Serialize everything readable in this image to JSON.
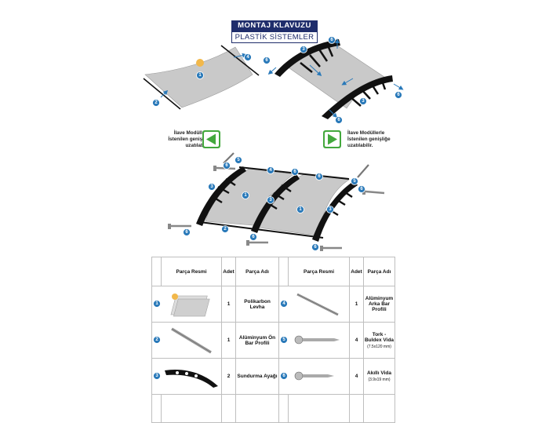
{
  "header": {
    "title": "MONTAJ KLAVUZU",
    "subtitle": "PLASTİK SİSTEMLER"
  },
  "extend_note": {
    "left": "İlave Modüllerle İstenilen genişliğe uzatılabilir.",
    "right": "İlave Modüllerle İstenilen genişliğe uzatılabilir."
  },
  "table": {
    "headers": {
      "left": {
        "image": "Parça Resmi",
        "qty": "Adet",
        "name": "Parça Adı"
      },
      "right": {
        "image": "Parça Resmi",
        "qty": "Adet",
        "name": "Parça Adı"
      }
    },
    "left_rows": [
      {
        "no": "1",
        "qty": "1",
        "name": "Polikarbon Levha"
      },
      {
        "no": "2",
        "qty": "1",
        "name": "Alüminyum Ön Bar Profili"
      },
      {
        "no": "3",
        "qty": "2",
        "name": "Sundurma Ayağı"
      }
    ],
    "right_rows": [
      {
        "no": "4",
        "qty": "1",
        "name": "Alüminyum Arka Bar Profili",
        "spec": ""
      },
      {
        "no": "5",
        "qty": "4",
        "name": "Tork - Buldex Vida",
        "spec": "(7.5x120 mm)"
      },
      {
        "no": "6",
        "qty": "4",
        "name": "Akıllı Vida",
        "spec": "(3.9x19 mm)"
      }
    ]
  },
  "colors": {
    "badge": "#2979b9",
    "header_bg": "#1f2d6b",
    "arrow_green": "#43a83d",
    "sheet_gray": "#c8c8c8",
    "bracket_black": "#111111"
  }
}
